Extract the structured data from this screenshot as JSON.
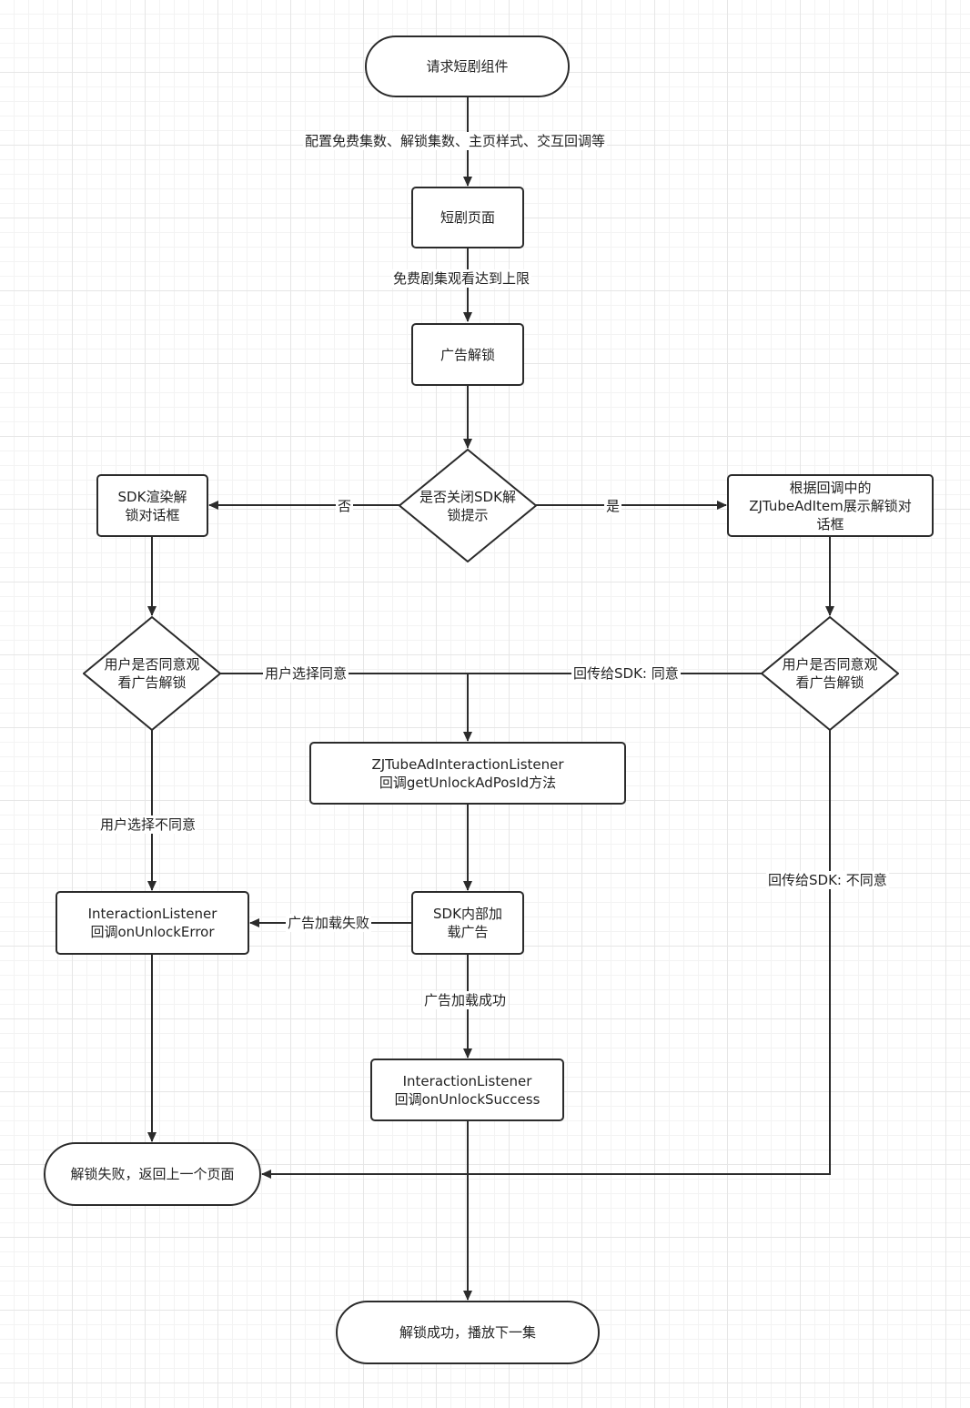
{
  "nodes": {
    "start": "请求短剧组件",
    "drama_page": "短剧页面",
    "ad_unlock": "广告解锁",
    "close_sdk_decision": "是否关闭SDK解\n锁提示",
    "sdk_render_dialog": "SDK渲染解\n锁对话框",
    "custom_dialog": "根据回调中的\nZJTubeAdItem展示解锁对\n话框",
    "left_agree_decision": "用户是否同意观\n看广告解锁",
    "right_agree_decision": "用户是否同意观\n看广告解锁",
    "get_pos_id": "ZJTubeAdInteractionListener\n回调getUnlockAdPosId方法",
    "sdk_load_ad": "SDK内部加\n载广告",
    "unlock_error": "InteractionListener\n回调onUnlockError",
    "unlock_success": "InteractionListener\n回调onUnlockSuccess",
    "fail_end": "解锁失败，返回上一个页面",
    "success_end": "解锁成功，播放下一集"
  },
  "edge_labels": {
    "config": "配置免费集数、解锁集数、主页样式、交互回调等",
    "free_limit": "免费剧集观看达到上限",
    "no": "否",
    "yes": "是",
    "user_agree": "用户选择同意",
    "return_agree": "回传给SDK: 同意",
    "user_disagree": "用户选择不同意",
    "return_disagree": "回传给SDK: 不同意",
    "load_fail": "广告加载失败",
    "load_success": "广告加载成功"
  },
  "colors": {
    "stroke": "#2b2b2b",
    "text": "#222222",
    "grid": "#e6e6e6"
  }
}
